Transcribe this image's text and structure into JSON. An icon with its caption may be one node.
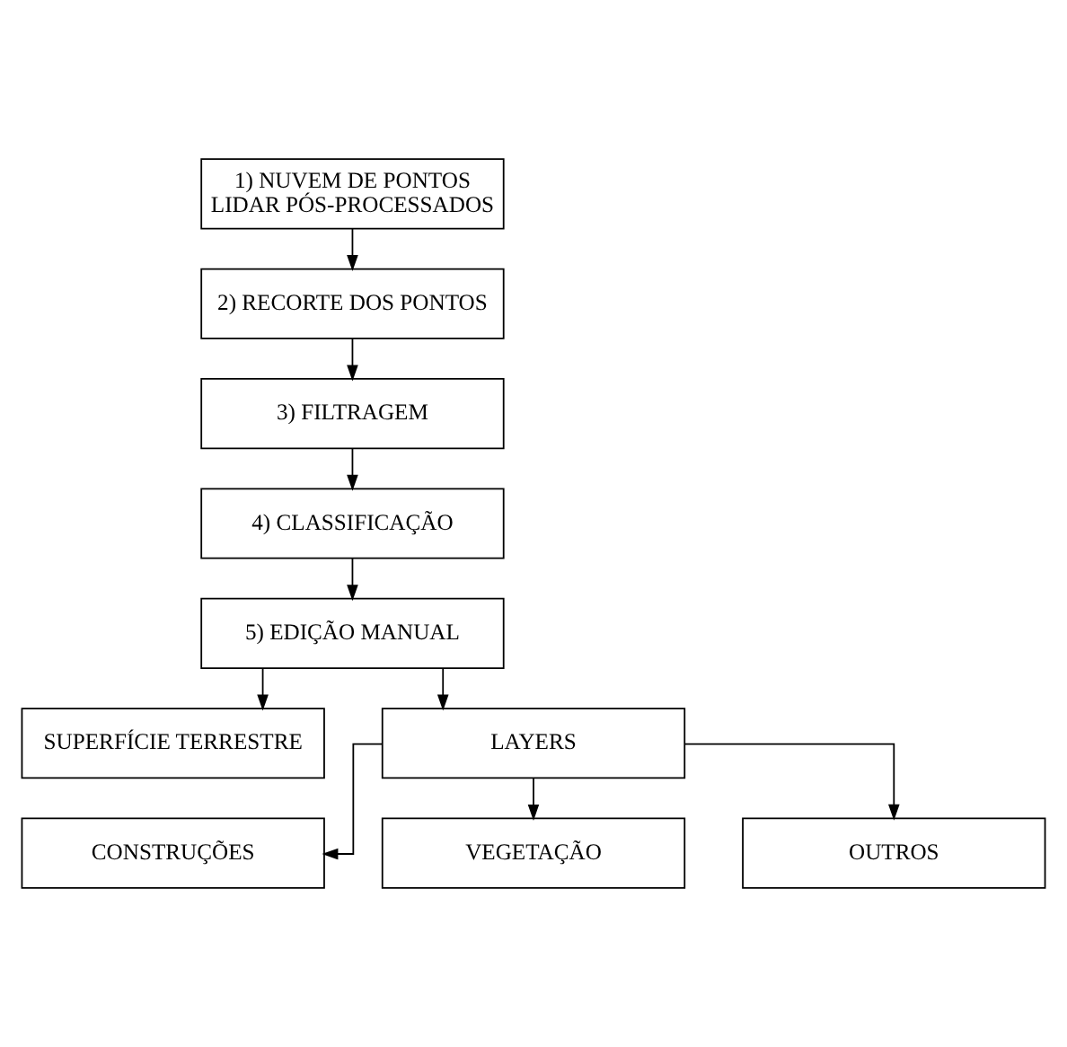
{
  "diagram": {
    "nodes": [
      {
        "text": [
          "1) NUVEM DE PONTOS LIDAR PÓS-PROCESSADOS"
        ]
      },
      {
        "text": [
          "2) RECORTE DOS PONTOS"
        ]
      },
      {
        "text": [
          "3) FILTRAGEM"
        ]
      },
      {
        "text": [
          "4) CLASSIFICAÇÃO"
        ]
      },
      {
        "text": [
          "5) EDIÇÃO MANUAL"
        ]
      },
      {
        "text": [
          "SUPERFÍCIE TERRESTRE"
        ]
      },
      {
        "text": [
          "LAYERS"
        ]
      },
      {
        "text": [
          "CONSTRUÇÕES"
        ]
      },
      {
        "text": [
          "VEGETAÇÃO"
        ]
      },
      {
        "text": [
          "OUTROS"
        ]
      }
    ],
    "edges": [
      {
        "from": 0,
        "to": 1,
        "arrow": "to"
      },
      {
        "from": 1,
        "to": 2,
        "arrow": "to"
      },
      {
        "from": 2,
        "to": 3,
        "arrow": "to"
      },
      {
        "from": 3,
        "to": 4,
        "arrow": "to"
      },
      {
        "from": 4,
        "to": 5,
        "arrow": "to"
      },
      {
        "from": 4,
        "to": 6,
        "arrow": "to"
      },
      {
        "from": 6,
        "to": 7,
        "arrow": "to"
      },
      {
        "from": 6,
        "to": 8,
        "arrow": "to"
      },
      {
        "from": 6,
        "to": 9,
        "arrow": "to"
      }
    ]
  }
}
